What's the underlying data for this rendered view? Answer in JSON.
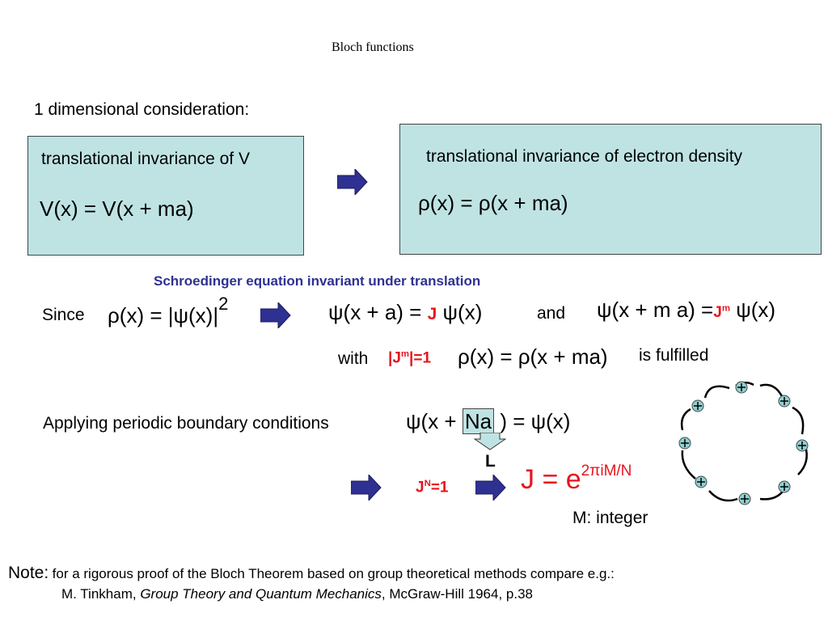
{
  "title": "Bloch functions",
  "heading": "1 dimensional consideration:",
  "box_left": {
    "text": "translational invariance of V",
    "formula": "V(x) = V(x + ma)"
  },
  "box_right": {
    "text": "translational invariance of electron density",
    "formula": "ρ(x) = ρ(x + ma)"
  },
  "schroedinger": "Schroedinger equation invariant under translation",
  "since": {
    "label": "Since",
    "formula": "ρ(x) = |ψ(x)|",
    "exponent": "2",
    "psi_a_lhs": "ψ(x + a) =",
    "J": "J",
    "psi_a_rhs": "ψ(x)",
    "and": "and",
    "psi_ma_lhs": "ψ(x + m a) =",
    "Jm_base": "J",
    "Jm_exp": "m",
    "psi_ma_rhs": "ψ(x)"
  },
  "with": {
    "label": "with",
    "cond_base": "|J",
    "cond_exp": "m",
    "cond_tail": "|=1",
    "formula": "ρ(x) = ρ(x + ma)",
    "fulfilled": "is fulfilled"
  },
  "periodic": {
    "label": "Applying periodic boundary conditions",
    "lhs": "ψ(x +",
    "na": "Na",
    "rhs": ") = ψ(x)",
    "L": "L"
  },
  "result": {
    "JN_base": "J",
    "JN_exp": "N",
    "JN_tail": "=1",
    "J_formula": "J = e",
    "J_exp": "2πiM/N",
    "m_integer": "M: integer"
  },
  "note": {
    "label": "Note:",
    "text": "for a rigorous proof of the Bloch Theorem based on group theoretical methods compare e.g.:",
    "ref_author": "M. Tinkham, ",
    "ref_title": "Group Theory and Quantum Mechanics",
    "ref_tail": ", McGraw-Hill 1964, p.38"
  },
  "colors": {
    "box_fill": "#bfe3e3",
    "arrow": "#2e3192",
    "highlight_red": "#e8141c",
    "heading_blue": "#2e3192"
  }
}
